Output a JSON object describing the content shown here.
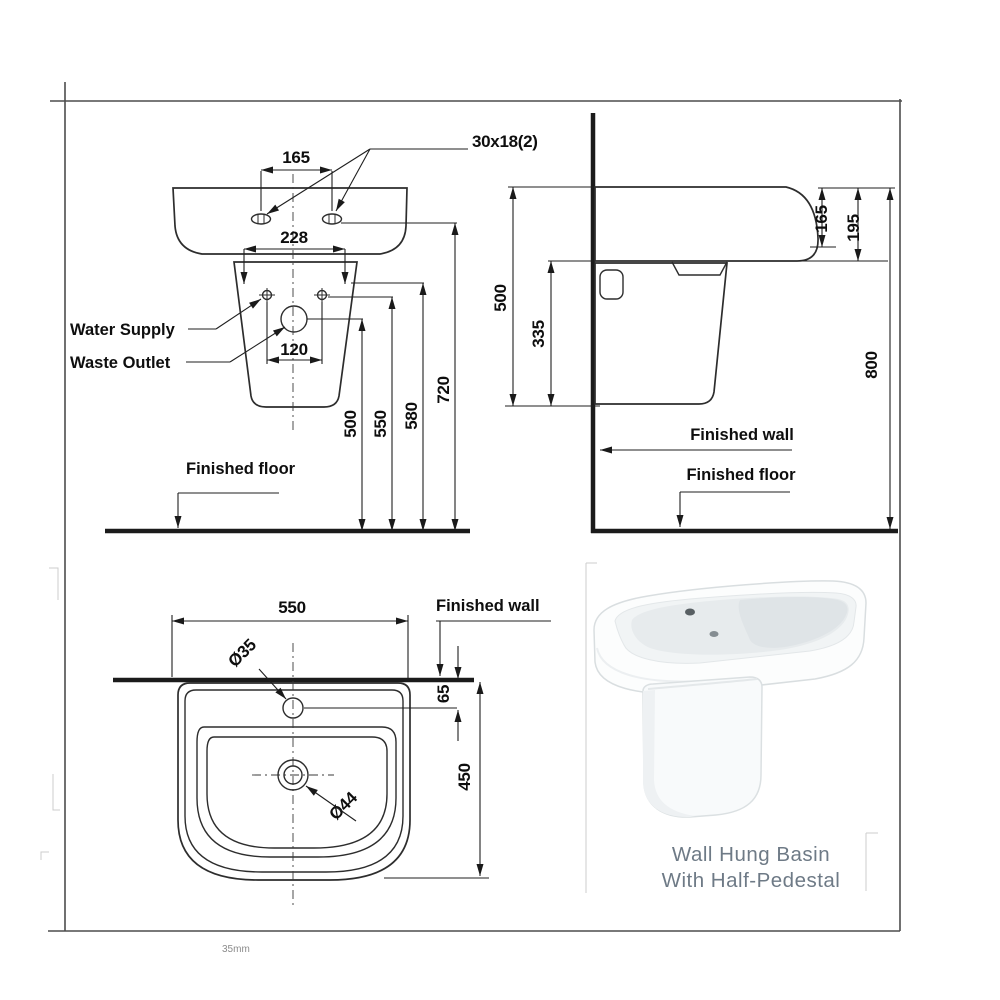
{
  "colors": {
    "line": "#2d2d2d",
    "caption": "#6e7a86",
    "faint_mark": "#cccccc"
  },
  "front_view": {
    "bolt_note": "30x18(2)",
    "dim_bolt_spacing": "165",
    "dim_pedestal_top_width": "228",
    "dim_supply_spacing": "120",
    "dim_waste_height": "500",
    "dim_supply_height": "550",
    "dim_pedestal_height": "580",
    "dim_bolt_height": "720",
    "label_water_supply": "Water Supply",
    "label_waste_outlet": "Waste Outlet",
    "label_finished_floor": "Finished floor"
  },
  "side_view": {
    "dim_rim_drop_front": "165",
    "dim_rim_drop_back": "195",
    "dim_rim_to_pedestal_bottom": "500",
    "dim_underside_to_pedestal_bottom": "335",
    "dim_total_height": "800",
    "label_finished_wall": "Finished wall",
    "label_finished_floor": "Finished floor"
  },
  "top_view": {
    "dim_width": "550",
    "dim_tap_offset": "65",
    "dim_depth": "450",
    "dia_tap_hole": "Ø35",
    "dia_waste_outlet": "Ø44",
    "label_finished_wall": "Finished wall"
  },
  "product": {
    "caption_line1": "Wall Hung Basin",
    "caption_line2": "With Half-Pedestal"
  },
  "footer": {
    "note": "35mm"
  }
}
